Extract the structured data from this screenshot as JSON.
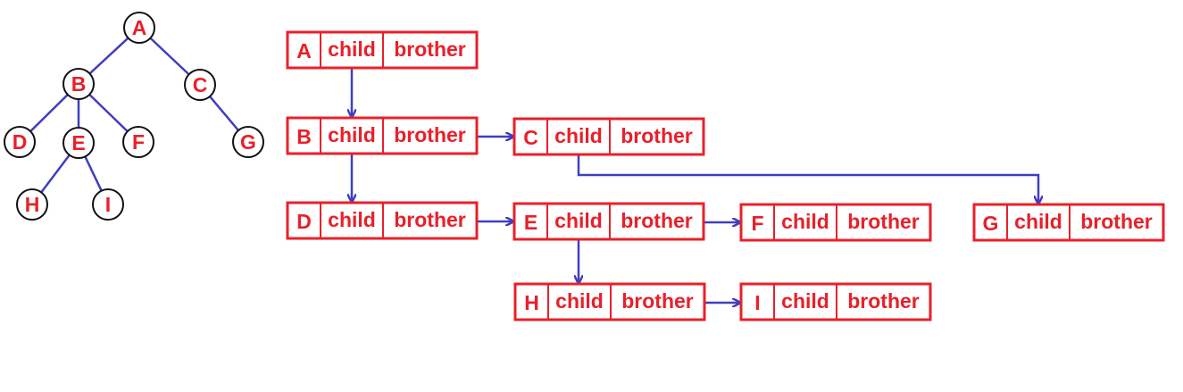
{
  "colors": {
    "node_text": "#e8202a",
    "box": "#e8202a",
    "edge": "#3f3fbf",
    "circle_stroke": "#111111"
  },
  "tree": {
    "nodes": [
      "A",
      "B",
      "C",
      "D",
      "E",
      "F",
      "G",
      "H",
      "I"
    ],
    "edges": [
      [
        "A",
        "B"
      ],
      [
        "A",
        "C"
      ],
      [
        "B",
        "D"
      ],
      [
        "B",
        "E"
      ],
      [
        "B",
        "F"
      ],
      [
        "C",
        "G"
      ],
      [
        "E",
        "H"
      ],
      [
        "E",
        "I"
      ]
    ]
  },
  "records": {
    "field_labels": {
      "child": "child",
      "brother": "brother"
    },
    "items": [
      "A",
      "B",
      "C",
      "D",
      "E",
      "F",
      "G",
      "H",
      "I"
    ],
    "child_links": [
      [
        "A",
        "B"
      ],
      [
        "B",
        "D"
      ],
      [
        "C",
        "G"
      ],
      [
        "E",
        "H"
      ]
    ],
    "brother_links": [
      [
        "B",
        "C"
      ],
      [
        "D",
        "E"
      ],
      [
        "E",
        "F"
      ],
      [
        "H",
        "I"
      ]
    ]
  }
}
